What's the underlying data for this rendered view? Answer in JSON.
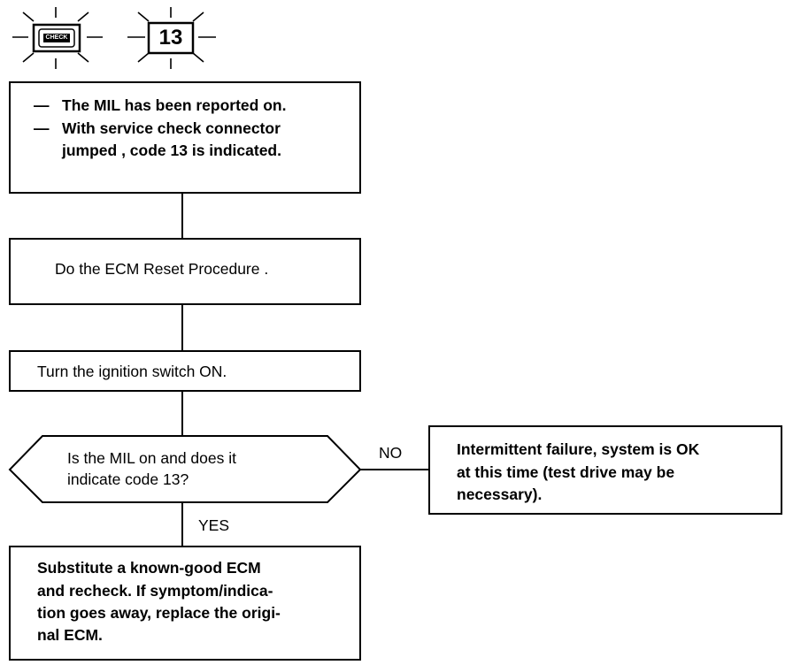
{
  "header": {
    "mil_lamp_text": "CHECK",
    "code_badge": "13"
  },
  "step1": {
    "bullet_dash": "—",
    "line1": "The MIL has been reported on.",
    "line2": "With service check connector",
    "line3": "jumped , code 13 is indicated."
  },
  "step2": {
    "text": "Do the ECM Reset Procedure ."
  },
  "step3": {
    "text": "Turn the ignition switch ON."
  },
  "decision": {
    "line1": "Is the MIL on and does it",
    "line2": "indicate code 13?",
    "no_label": "NO",
    "yes_label": "YES"
  },
  "no_result": {
    "line1": "Intermittent failure, system is OK",
    "line2": "at this time (test drive may be",
    "line3": "necessary)."
  },
  "yes_result": {
    "line1": "Substitute a known-good ECM",
    "line2": "and recheck. If symptom/indica-",
    "line3": "tion goes away, replace the origi-",
    "line4": "nal ECM."
  }
}
